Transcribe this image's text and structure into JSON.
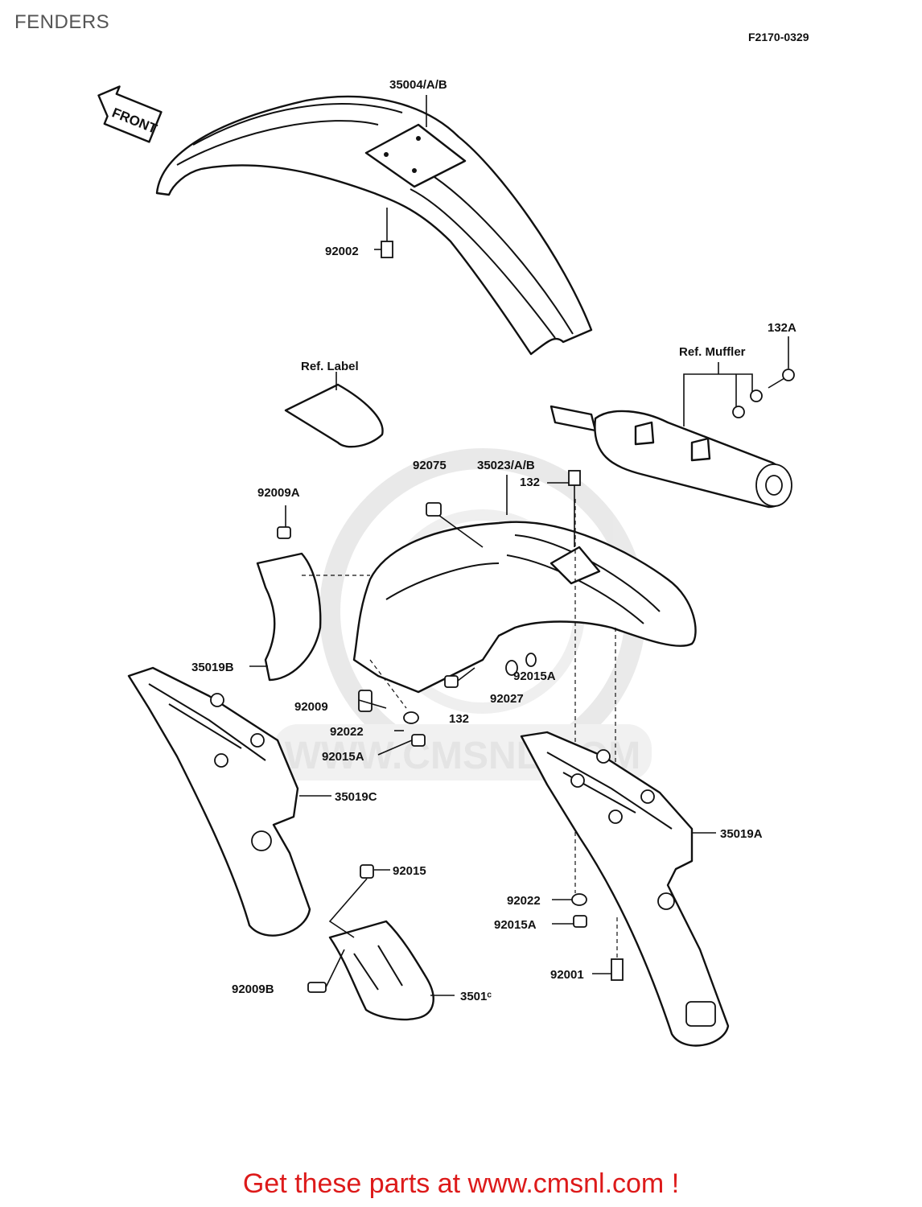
{
  "title": "FENDERS",
  "diagram_code": "F2170-0329",
  "front_arrow": "FRONT",
  "watermark": "WWW.CMSNL.COM",
  "references": {
    "ref_label": "Ref. Label",
    "ref_muffler": "Ref. Muffler"
  },
  "parts": {
    "p35004": "35004/A/B",
    "p92002": "92002",
    "p132A": "132A",
    "p92075": "92075",
    "p35023": "35023/A/B",
    "p132_top": "132",
    "p92009A": "92009A",
    "p35019B": "35019B",
    "p92015A_right": "92015A",
    "p92027": "92027",
    "p132_bottom": "132",
    "p92009": "92009",
    "p92022_left": "92022",
    "p92015A_left": "92015A",
    "p35019C": "35019C",
    "p35019A": "35019A",
    "p92015": "92015",
    "p92022_right": "92022",
    "p92015A_lower": "92015A",
    "p92001": "92001",
    "p92009B": "92009B",
    "p3501x": "3501ᶜ"
  },
  "cta": "Get these parts at www.cmsnl.com !",
  "colors": {
    "cta": "#dd1a1a",
    "title": "#555555",
    "line": "#111111",
    "watermark": "#d8d8d8"
  }
}
